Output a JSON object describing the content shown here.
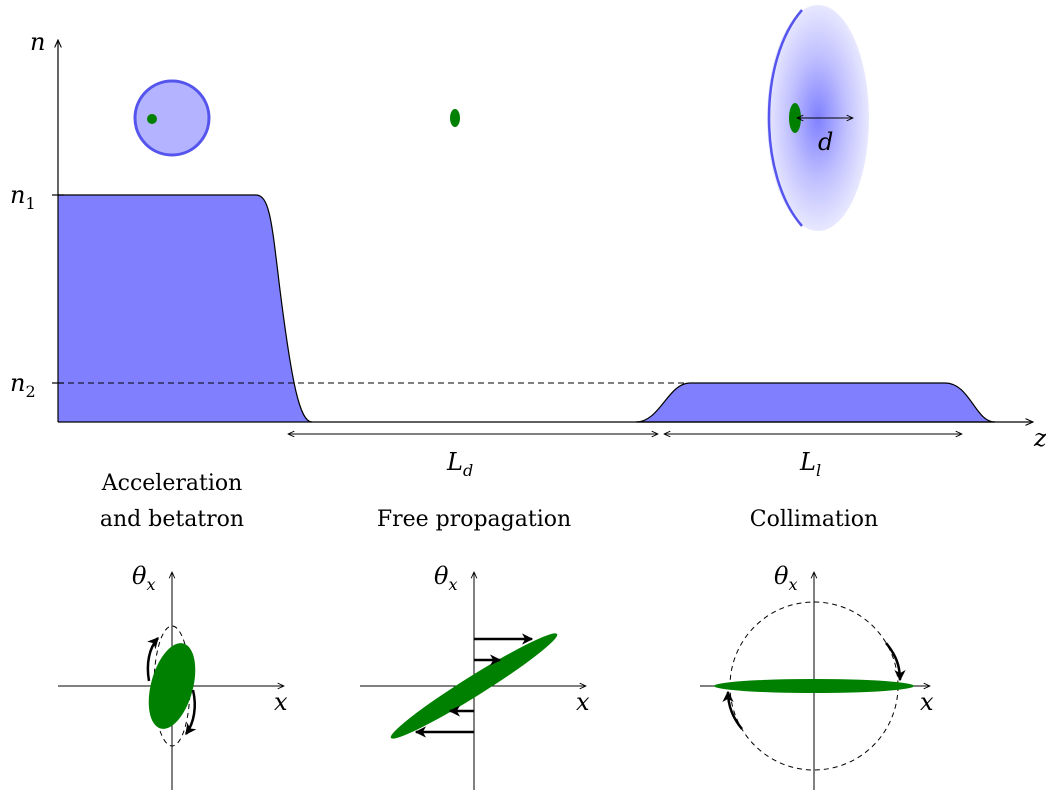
{
  "main_plot": {
    "y_axis_label": "n",
    "x_axis_label": "z",
    "n1_label": "n",
    "n1_sub": "1",
    "n2_label": "n",
    "n2_sub": "2",
    "Ld_label": "L",
    "Ld_sub": "d",
    "Ll_label": "L",
    "Ll_sub": "l",
    "d_label": "d"
  },
  "stages": [
    {
      "caption_line1": "Acceleration",
      "caption_line2": "and betatron",
      "x_label": "x",
      "y_label": "θ",
      "y_sub": "x"
    },
    {
      "caption_line1": "Free propagation",
      "caption_line2": "",
      "x_label": "x",
      "y_label": "θ",
      "y_sub": "x"
    },
    {
      "caption_line1": "Collimation",
      "caption_line2": "",
      "x_label": "x",
      "y_label": "θ",
      "y_sub": "x"
    }
  ],
  "colors": {
    "plasma_fill": "#8080ff",
    "plasma_light": "#b3b3ff",
    "plasma_edge": "#5555ee",
    "beam": "#008000",
    "line": "#000000"
  }
}
